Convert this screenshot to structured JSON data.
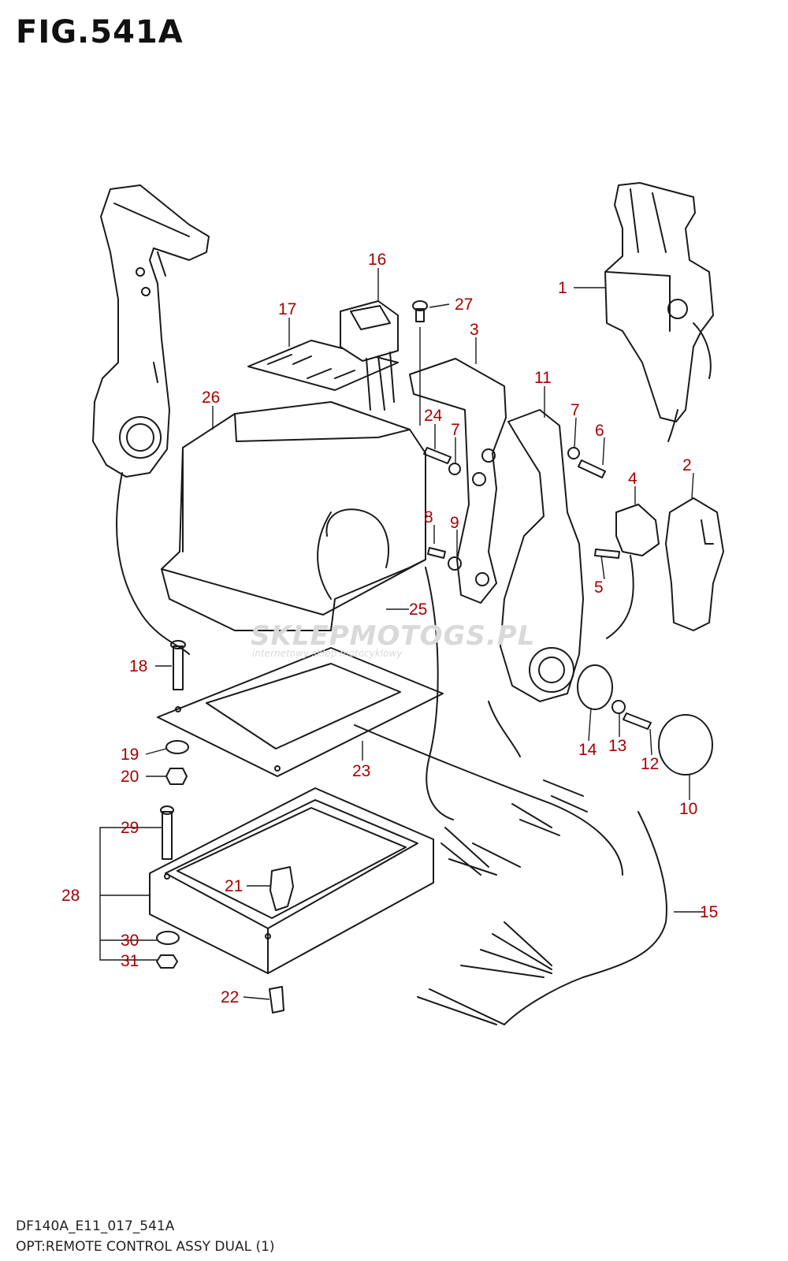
{
  "figure": {
    "title": "FIG.541A",
    "code": "DF140A_E11_017_541A",
    "caption": "OPT:REMOTE CONTROL ASSY DUAL (1)"
  },
  "watermark": {
    "text": "SKLEPMOTOGS.PL",
    "subtext": "internetowy sklep motocyklowy"
  },
  "callouts": [
    {
      "id": "1",
      "label": "1"
    },
    {
      "id": "2",
      "label": "2"
    },
    {
      "id": "3",
      "label": "3"
    },
    {
      "id": "4",
      "label": "4"
    },
    {
      "id": "5",
      "label": "5"
    },
    {
      "id": "6",
      "label": "6"
    },
    {
      "id": "7a",
      "label": "7"
    },
    {
      "id": "7b",
      "label": "7"
    },
    {
      "id": "8",
      "label": "8"
    },
    {
      "id": "9",
      "label": "9"
    },
    {
      "id": "10",
      "label": "10"
    },
    {
      "id": "11",
      "label": "11"
    },
    {
      "id": "12",
      "label": "12"
    },
    {
      "id": "13",
      "label": "13"
    },
    {
      "id": "14",
      "label": "14"
    },
    {
      "id": "15",
      "label": "15"
    },
    {
      "id": "16",
      "label": "16"
    },
    {
      "id": "17",
      "label": "17"
    },
    {
      "id": "18",
      "label": "18"
    },
    {
      "id": "19",
      "label": "19"
    },
    {
      "id": "20",
      "label": "20"
    },
    {
      "id": "21",
      "label": "21"
    },
    {
      "id": "22",
      "label": "22"
    },
    {
      "id": "23",
      "label": "23"
    },
    {
      "id": "24",
      "label": "24"
    },
    {
      "id": "25",
      "label": "25"
    },
    {
      "id": "26",
      "label": "26"
    },
    {
      "id": "27",
      "label": "27"
    },
    {
      "id": "28",
      "label": "28"
    },
    {
      "id": "29",
      "label": "29"
    },
    {
      "id": "30",
      "label": "30"
    },
    {
      "id": "31",
      "label": "31"
    }
  ],
  "colors": {
    "callout": "#a80000",
    "line": "#1a1a1a",
    "watermark": "#d9d9d9"
  }
}
